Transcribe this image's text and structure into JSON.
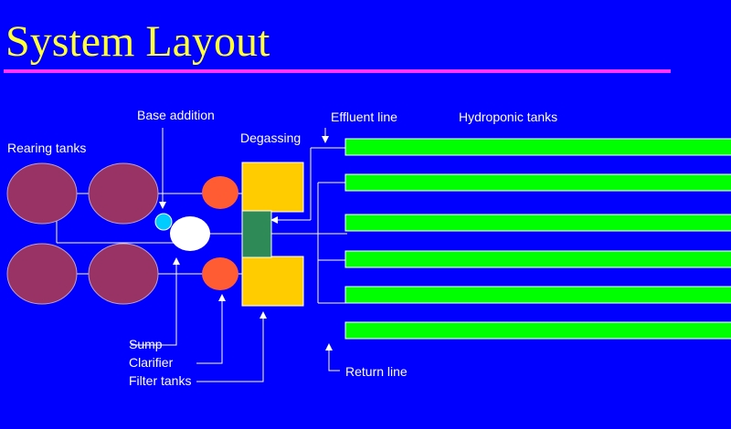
{
  "title": "System Layout",
  "labels": {
    "rearing_tanks": "Rearing tanks",
    "base_addition": "Base addition",
    "degassing": "Degassing",
    "effluent_line": "Effluent line",
    "hydroponic_tanks": "Hydroponic tanks",
    "sump": "Sump",
    "clarifier": "Clarifier",
    "filter_tanks": "Filter tanks",
    "return_line": "Return line"
  },
  "colors": {
    "background": "#0000ff",
    "title": "#ffff33",
    "title_rule": "#ff33ff",
    "rearing_tank": "#993366",
    "clarifier": "#ff5c33",
    "sump": "#ffffff",
    "base_addition": "#00ccff",
    "filter_tank": "#ffcc00",
    "degassing": "#2e8b57",
    "hydroponic_tank": "#00ff00",
    "line": "#ffffff"
  }
}
